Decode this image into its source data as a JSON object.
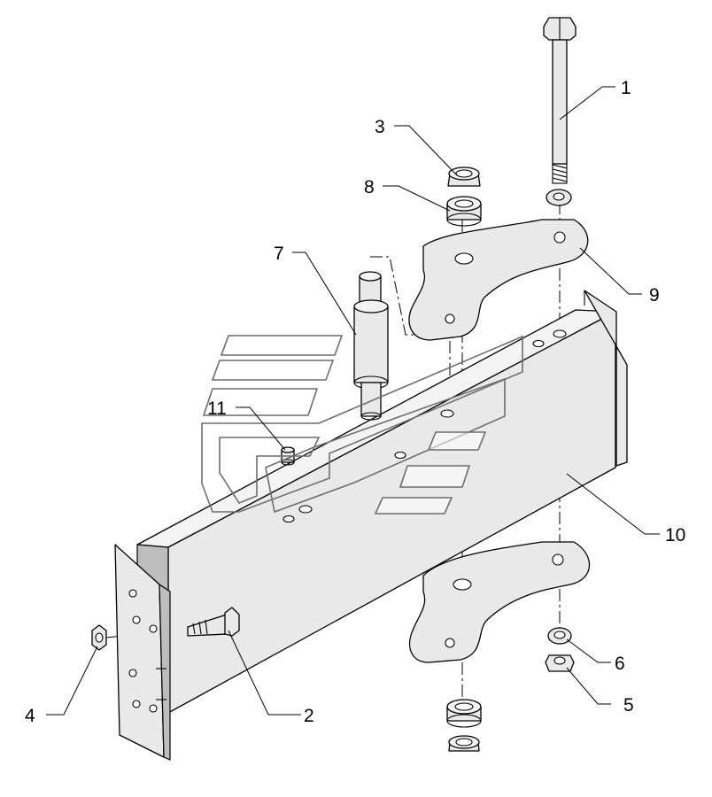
{
  "callouts": {
    "c1": "1",
    "c2": "2",
    "c3": "3",
    "c4": "4",
    "c5": "5",
    "c6": "6",
    "c7": "7",
    "c8": "8",
    "c9": "9",
    "c10": "10",
    "c11": "11"
  },
  "colors": {
    "ink": "#000000",
    "part_fill": "#e9e9e9",
    "watermark": "#6d6d6d"
  }
}
